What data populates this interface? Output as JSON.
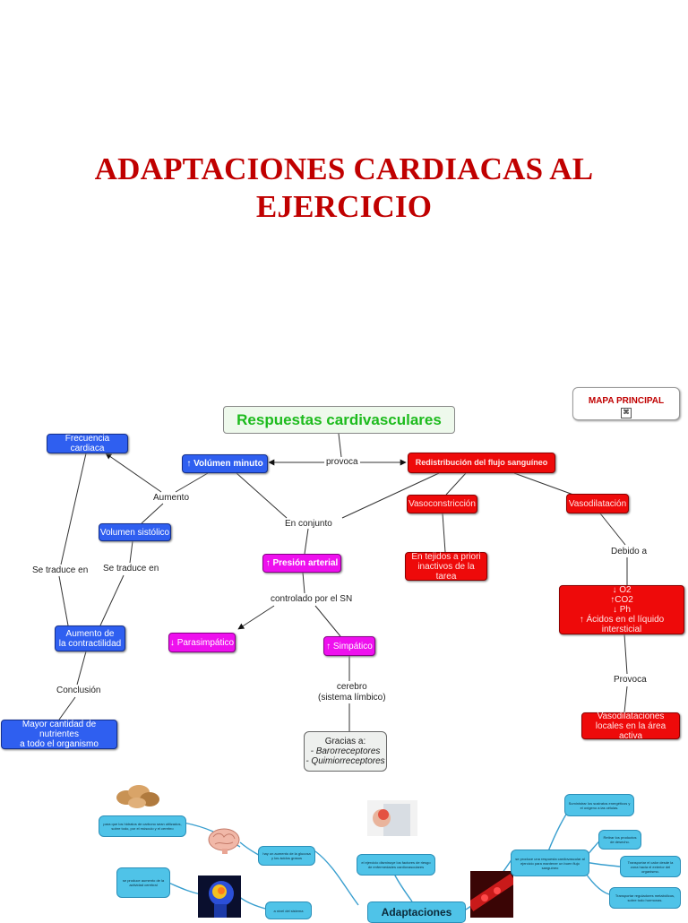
{
  "title": {
    "line1": "ADAPTACIONES CARDIACAS AL",
    "line2": "EJERCICIO"
  },
  "concept_map": {
    "main": "Respuestas cardivasculares",
    "mapa_principal": "MAPA PRINCIPAL",
    "nodes": {
      "frecuencia": "Frecuencia cardiaca",
      "volumen_minuto": "↑ Volúmen minuto",
      "redistribucion": "Redistribución del flujo sanguíneo",
      "volumen_sistolico": "Volumen sistólico",
      "vasoconstriccion": "Vasoconstricción",
      "vasodilatacion": "Vasodilatación",
      "presion": "↑ Presión arterial",
      "tejidos": "En tejidos a priori inactivos de la tarea",
      "o2_line1": "↓ O2",
      "o2_line2": "↑CO2",
      "o2_line3": "↓ Ph",
      "o2_line4": "↑ Ácidos en el líquido intersticial",
      "aumento_line1": "Aumento de",
      "aumento_line2": "la contractilidad",
      "parasimpatico": "↓ Parasimpático",
      "simpatico": "↑ Simpático",
      "mayor_line1": "Mayor cantidad de nutrientes",
      "mayor_line2": "a todo el organismo",
      "vasodilat_local": "Vasodilataciones locales en la área activa",
      "gracias_line1": "Gracias a:",
      "gracias_line2": "- Barorreceptores",
      "gracias_line3": "- Quimiorreceptores"
    },
    "links": {
      "provoca": "provoca",
      "aumento": "Aumento",
      "en_conjunto": "En conjunto",
      "se_traduce_1": "Se traduce en",
      "se_traduce_2": "Se traduce en",
      "debido_a": "Debido a",
      "controlado": "controlado por el SN",
      "conclusion": "Conclusión",
      "provoca2": "Provoca",
      "cerebro_line1": "cerebro",
      "cerebro_line2": "(sistema límbico)"
    }
  },
  "lower_map": {
    "center": "Adaptaciones",
    "pills": [
      "para que los hidratos de carbono sean utilizados, sobre todo, por el músculo y el cerebro",
      "hay un aumento de la glucosa y los ácidos grasos",
      "se produce aumento de la actividad cerebral",
      "el ejercicio disminuye los factores de riesgo de enfermedades cardiovasculares",
      "se produce una respuesta cardiovascular al ejercicio para mantener un buen flujo sanguíneo",
      "Suministrar los sustratos energéticos y el oxígeno a las células.",
      "Retirar los productos de desecho.",
      "Transportar el calor desde la zona hacia el exterior del organismo.",
      "Transportar reguladores metabólicos, sobre todo hormonas.",
      "a nivel del sistema"
    ]
  },
  "colors": {
    "title": "#c00000",
    "blue": "#2f5ff0",
    "red": "#ee0a0a",
    "magenta": "#ee10ee",
    "main_text": "#1dbb1d",
    "pill": "#4fc3e8"
  }
}
